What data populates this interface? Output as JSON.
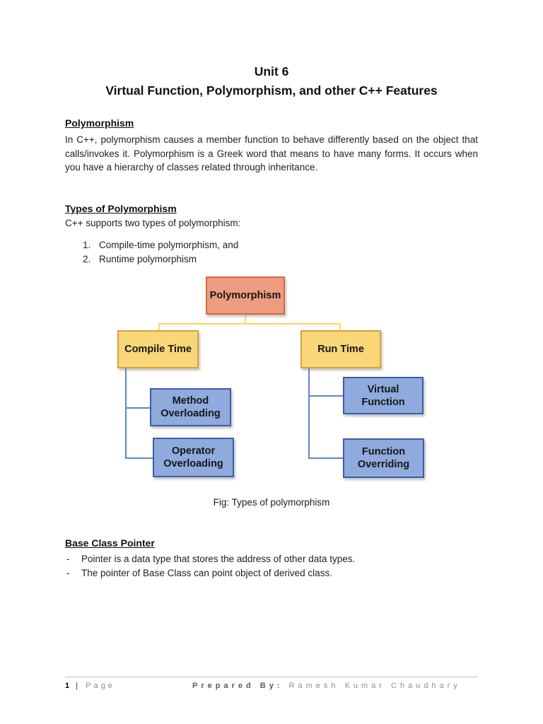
{
  "header": {
    "title_line1": "Unit 6",
    "title_line2": "Virtual Function, Polymorphism, and other C++ Features"
  },
  "sections": {
    "polymorphism": {
      "heading": "Polymorphism",
      "body": "In C++, polymorphism causes a member function to behave differently based on the object that calls/invokes it. Polymorphism is a Greek word that means to have many forms. It occurs when you have a hierarchy of classes related through inheritance."
    },
    "types": {
      "heading": "Types of Polymorphism",
      "intro": "C++ supports two types of polymorphism:",
      "items": [
        {
          "num": "1.",
          "text": "Compile-time polymorphism, and"
        },
        {
          "num": "2.",
          "text": "Runtime polymorphism"
        }
      ]
    },
    "base_class_pointer": {
      "heading": "Base Class Pointer",
      "bullets": [
        {
          "marker": "-",
          "text": "Pointer is a data type that stores the address of other data types."
        },
        {
          "marker": "-",
          "text": "The pointer of Base Class can point object of derived class."
        }
      ]
    }
  },
  "diagram": {
    "caption": "Fig: Types of polymorphism",
    "nodes": {
      "root": "Polymorphism",
      "compile_time": "Compile Time",
      "run_time": "Run Time",
      "method_overloading": "Method Overloading",
      "operator_overloading": "Operator Overloading",
      "virtual_function": "Virtual Function",
      "function_overriding": "Function Overriding"
    },
    "colors": {
      "root_fill": "#EE9C7F",
      "root_border": "#D06A3E",
      "level1_fill": "#F9D778",
      "level1_border": "#D8A13C",
      "level2_fill": "#8FAADC",
      "level2_border": "#3C5DA8",
      "connector_yellow": "#FFD95A",
      "connector_blue": "#5B87C9"
    }
  },
  "footer": {
    "page_number": "1",
    "separator": "|",
    "page_word": "Page",
    "prepared_label": "Prepared By:",
    "author": "Ramesh Kumar Chaudhary"
  }
}
